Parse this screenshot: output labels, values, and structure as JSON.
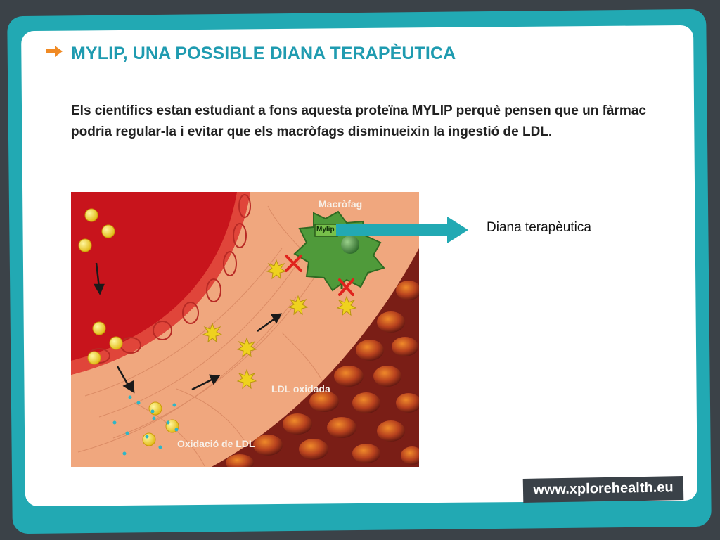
{
  "slide": {
    "title": "MYLIP, UNA POSSIBLE DIANA TERAPÈUTICA",
    "body": "Els científics estan estudiant a fons aquesta proteïna MYLIP perquè pensen que un fàrmac podria regular-la i evitar que els macròfags disminueixin la ingestió de LDL."
  },
  "diagram": {
    "labels": {
      "macrofag": "Macròfag",
      "mylip": "Mylip",
      "ldl_oxidada": "LDL oxidada",
      "oxidacio": "Oxidació de LDL"
    },
    "target_label": "Diana terapèutica"
  },
  "footer": {
    "site": "www.xplorehealth.eu"
  },
  "colors": {
    "accent": "#1f9bb0",
    "frame": "#22a9b3",
    "background": "#3b4248",
    "blood": "#c8141c",
    "ldl": "#f2d21a"
  },
  "icons": {
    "title_bullet": "right-arrow-icon"
  }
}
